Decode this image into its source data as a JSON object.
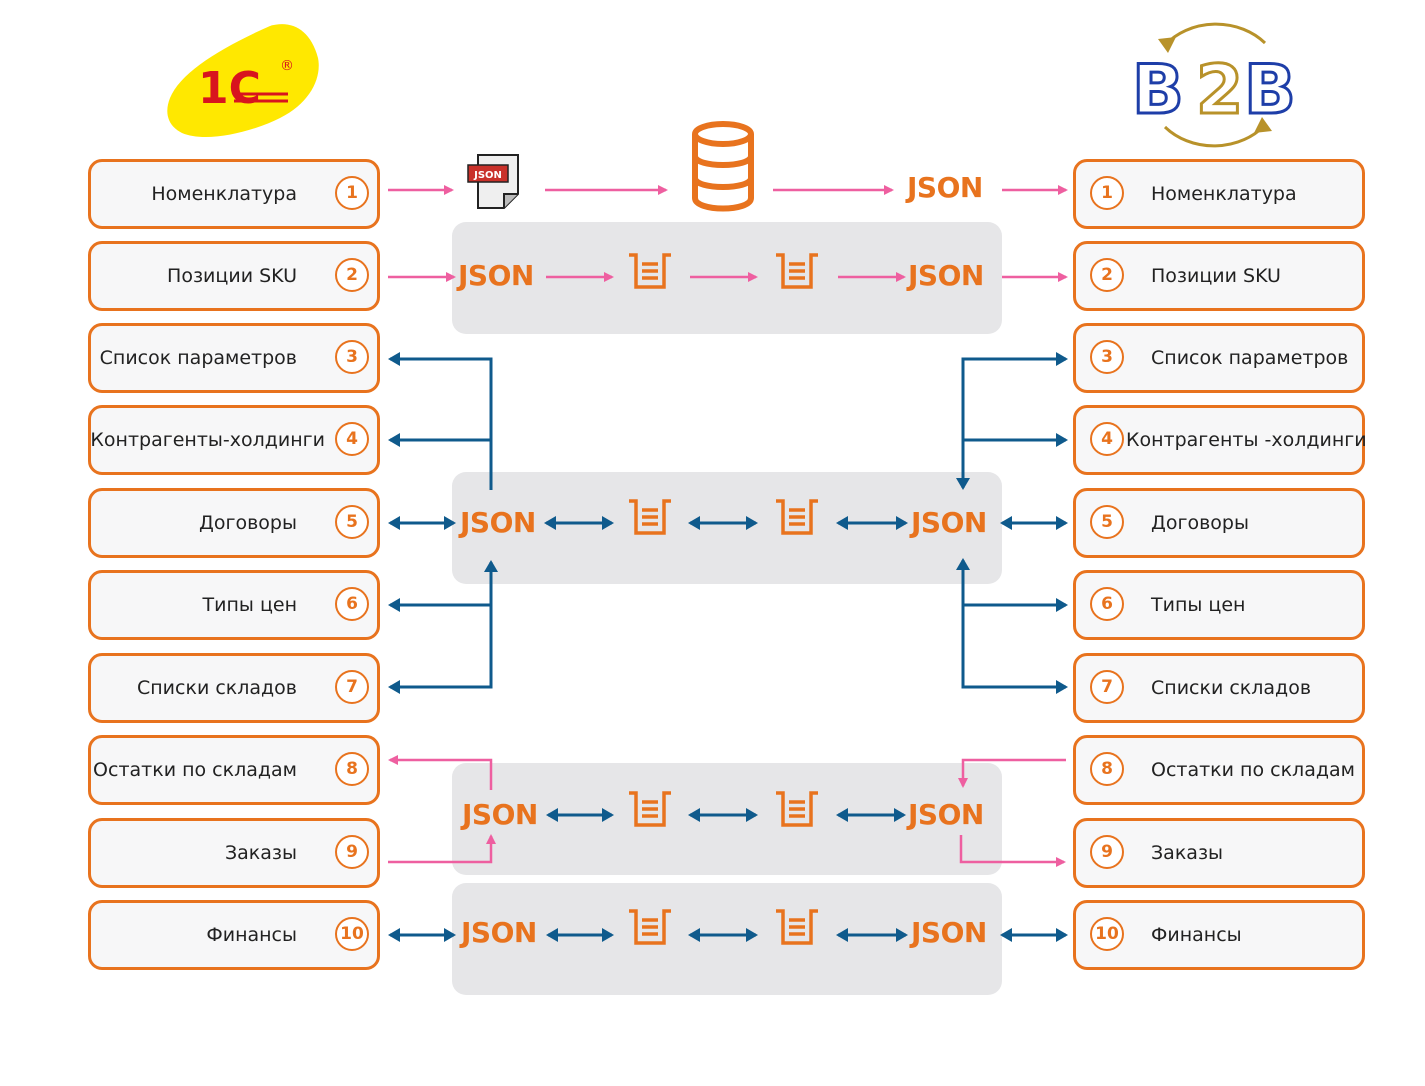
{
  "logos": {
    "left": {
      "name": "1C",
      "text": "1С",
      "registered": "®",
      "bg_color": "#ffe800",
      "text_color": "#d8141e"
    },
    "right": {
      "name": "B2B",
      "letters": [
        "B",
        "2",
        "B"
      ],
      "blue": "#1e3ea8",
      "gold": "#b8922a"
    }
  },
  "colors": {
    "accent_orange": "#e8731e",
    "pink_arrow": "#ee5fa0",
    "blue_arrow": "#0f5a8c",
    "panel_bg": "#e6e6e8"
  },
  "left_items": [
    {
      "num": "1",
      "label": "Номенклатура"
    },
    {
      "num": "2",
      "label": "Позиции SKU"
    },
    {
      "num": "3",
      "label": "Список параметров"
    },
    {
      "num": "4",
      "label": "Контрагенты-холдинги"
    },
    {
      "num": "5",
      "label": "Договоры"
    },
    {
      "num": "6",
      "label": "Типы цен"
    },
    {
      "num": "7",
      "label": "Списки складов"
    },
    {
      "num": "8",
      "label": "Остатки по складам"
    },
    {
      "num": "9",
      "label": "Заказы"
    },
    {
      "num": "10",
      "label": "Финансы"
    }
  ],
  "right_items": [
    {
      "num": "1",
      "label": "Номенклатура"
    },
    {
      "num": "2",
      "label": "Позиции SKU"
    },
    {
      "num": "3",
      "label": "Список параметров"
    },
    {
      "num": "4",
      "label": "Контрагенты -холдинги"
    },
    {
      "num": "5",
      "label": "Договоры"
    },
    {
      "num": "6",
      "label": "Типы цен"
    },
    {
      "num": "7",
      "label": "Списки складов"
    },
    {
      "num": "8",
      "label": "Остатки по складам"
    },
    {
      "num": "9",
      "label": "Заказы"
    },
    {
      "num": "10",
      "label": "Финансы"
    }
  ],
  "flow_row1": {
    "file_icon_label": "JSON",
    "output_label": "JSON"
  },
  "panels": [
    {
      "id": "sku",
      "left_label": "JSON",
      "right_label": "JSON",
      "direction": "one-way"
    },
    {
      "id": "refs",
      "left_label": "JSON",
      "right_label": "JSON",
      "direction": "two-way"
    },
    {
      "id": "stock-orders",
      "left_label": "JSON",
      "right_label": "JSON",
      "direction": "two-way"
    },
    {
      "id": "finance",
      "left_label": "JSON",
      "right_label": "JSON",
      "direction": "two-way"
    }
  ]
}
